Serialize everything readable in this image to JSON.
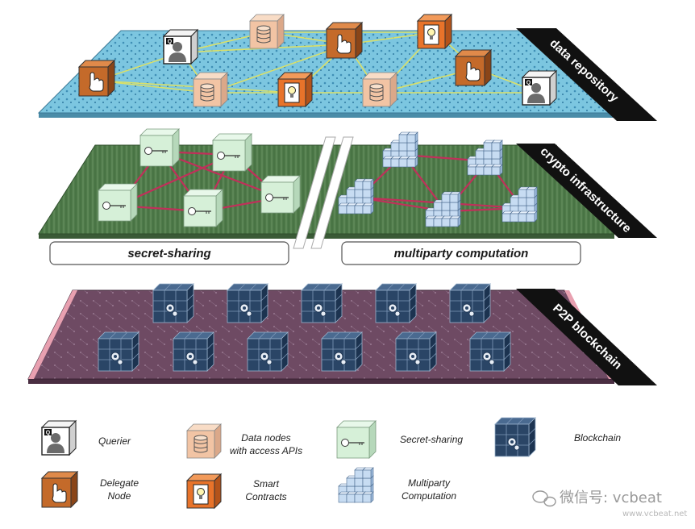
{
  "layers": {
    "data_repository": "data repository",
    "crypto_infrastructure": "crypto infrastructure",
    "p2p_blockchain": "P2P blockchain"
  },
  "crypto": {
    "left_label": "secret-sharing",
    "right_label": "multiparty computation"
  },
  "legend": {
    "querier": "Querier",
    "delegate_line1": "Delegate",
    "delegate_line2": "Node",
    "data_nodes_line1": "Data nodes",
    "data_nodes_line2": "with access APIs",
    "smart_line1": "Smart",
    "smart_line2": "Contracts",
    "secret_sharing": "Secret-sharing",
    "mpc_line1": "Multiparty",
    "mpc_line2": "Computation",
    "blockchain": "Blockchain"
  },
  "watermark": {
    "main": "微信号: vcbeat",
    "url": "www.vcbeat.net"
  },
  "colors": {
    "water": "#7cc6e0",
    "grass": "#4f7a4a",
    "blockchain_floor": "#6e4a63",
    "edge_yellow": "#d9e06a",
    "edge_red": "#c0305a",
    "delegate_orange": "#c46a2a",
    "data_node_peach": "#f2c4a4",
    "smart_orange": "#e8732a",
    "secret_green": "#d6f0d8",
    "mpc_blue": "#c7dcf2",
    "block_navy": "#2a4566"
  }
}
